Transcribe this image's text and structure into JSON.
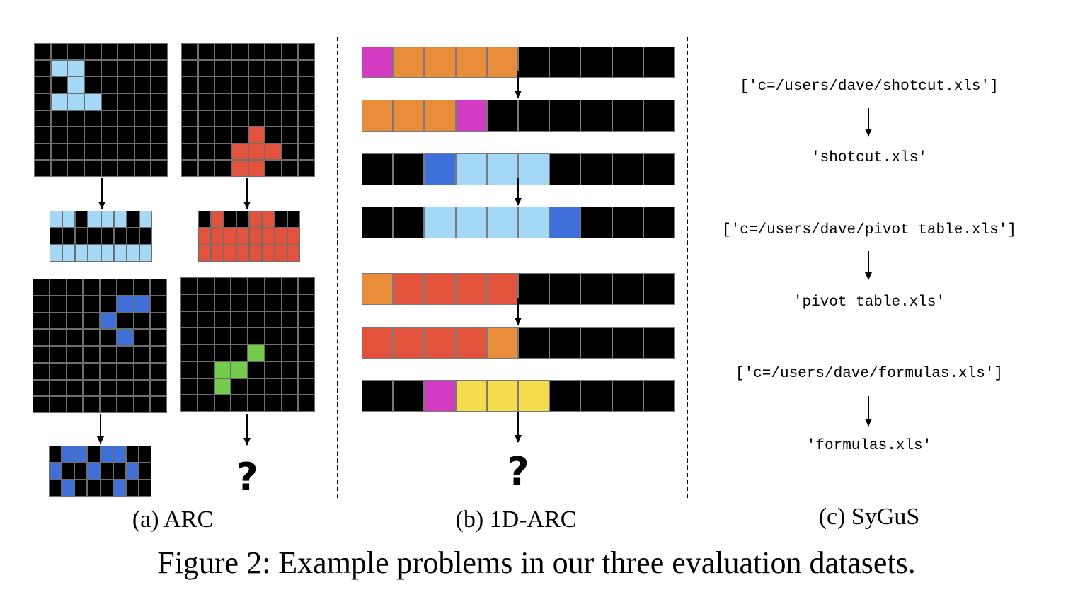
{
  "colors": {
    "k": "#000000",
    "l": "#a3d8f7",
    "r": "#e2523d",
    "b": "#3f6fd8",
    "g": "#73cc4b",
    "m": "#d33cc2",
    "o": "#e98d3a",
    "y": "#f5dc4a"
  },
  "arc": {
    "grids": [
      [
        "kkkkkkkk",
        "kllkkkkk",
        "kklkkkkk",
        "kllLkkkk",
        "kkkkkkkk",
        "kkkkkkkk",
        "kkkkkkkk",
        "kkkkkkkk"
      ],
      [
        "kkkkkkkk",
        "kkkkkkkk",
        "kkkkkkkk",
        "kkkkkkkk",
        "kkkkkkkk",
        "kkkkrkkk",
        "kkkrrrkk",
        "kkkrrkkk"
      ],
      [
        "llklllkl",
        "kkkkkkkk",
        "llllllll"
      ],
      [
        "krkkrrkk",
        "rrrrrrrr",
        "rrrrrrrr"
      ],
      [
        "kkkkkkkk",
        "kkkkkbbk",
        "kkkkbkkk",
        "kkkkkbkk",
        "kkkkkkkk",
        "kkkkkkkk",
        "kkkkkkkk",
        "kkkkkkkk"
      ],
      [
        "kkkkkkkk",
        "kkkkkkkk",
        "kkkkkkkk",
        "kkkkkkkk",
        "kkkkgkkk",
        "kkggkkkk",
        "kkgkkkkk",
        "kkkkkkkk"
      ],
      [
        "kbbkbbkk",
        "bkkbkkbk",
        "kbkkkbkk"
      ]
    ],
    "question": "?",
    "label": "(a) ARC"
  },
  "onedarc": {
    "strips": [
      "mooookkkkk",
      "ooomkkkkkk",
      "kkblllkkkk",
      "kkllllbkkk",
      "orrrrkkkkk",
      "rrrrokkkkk",
      "kkmyyykkkk"
    ],
    "question": "?",
    "label": "(b) 1D-ARC"
  },
  "sygus": {
    "items": [
      "['c=/users/dave/shotcut.xls']",
      "'shotcut.xls'",
      "['c=/users/dave/pivot table.xls']",
      "'pivot table.xls'",
      "['c=/users/dave/formulas.xls']",
      "'formulas.xls'"
    ],
    "label": "(c) SyGuS"
  },
  "caption": "Figure 2: Example problems in our three evaluation datasets."
}
